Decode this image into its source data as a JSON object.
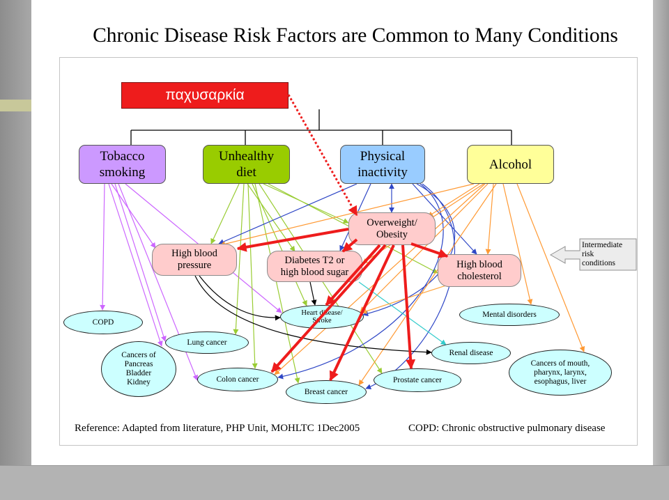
{
  "title": "Chronic Disease Risk Factors are Common to Many Conditions",
  "highlight": {
    "label": "παχυσαρκία"
  },
  "risk_factors": {
    "tobacco": "Tobacco\nsmoking",
    "diet": "Unhealthy\ndiet",
    "inactivity": "Physical\ninactivity",
    "alcohol": "Alcohol"
  },
  "intermediate": {
    "obesity": "Overweight/\nObesity",
    "blood_pressure": "High blood\npressure",
    "diabetes": "Diabetes T2 or\nhigh blood sugar",
    "cholesterol": "High blood\ncholesterol",
    "legend": "Intermediate\nrisk\nconditions"
  },
  "conditions": {
    "copd": "COPD",
    "pancreas_bladder_kidney": "Cancers of\nPancreas\nBladder\nKidney",
    "lung": "Lung cancer",
    "colon": "Colon cancer",
    "heart_stroke": "Heart disease/\nStroke",
    "breast": "Breast cancer",
    "prostate": "Prostate cancer",
    "renal": "Renal disease",
    "mental": "Mental disorders",
    "mouth_throat_liver": "Cancers of mouth,\npharynx, larynx,\nesophagus, liver"
  },
  "footer": {
    "reference": "Reference: Adapted from literature, PHP Unit, MOHLTC 1Dec2005",
    "abbreviation": "COPD: Chronic obstructive pulmonary disease"
  },
  "colors": {
    "highlight_fill": "#ee1c1c",
    "tobacco_fill": "#cc99ff",
    "diet_fill": "#99cc00",
    "inactivity_fill": "#99ccff",
    "alcohol_fill": "#ffff99",
    "intermediate_fill": "#ffcccc",
    "condition_fill": "#ccffff",
    "tree_line": "#000000",
    "tobacco_line": "#cc66ff",
    "diet_line": "#99cc33",
    "inactivity_line": "#2f47c6",
    "alcohol_line": "#ff9933",
    "blood_pressure_line": "#000000",
    "diabetes_line": "#33cccc",
    "cholesterol_line": "#ffa640",
    "obesity_line": "#ee1c1c"
  }
}
